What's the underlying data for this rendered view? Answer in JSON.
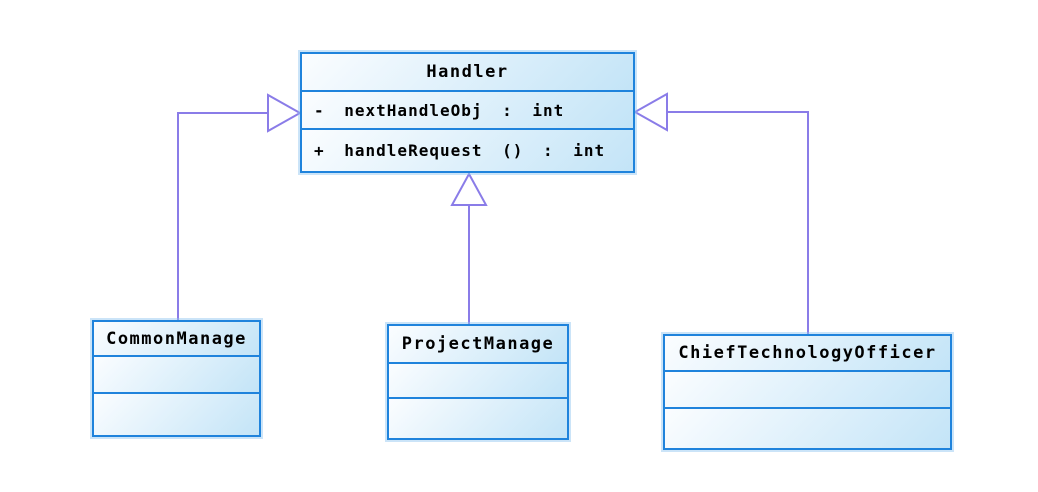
{
  "diagram": {
    "type": "uml-class-diagram",
    "colors": {
      "box_border": "#1f83dc",
      "box_fill_light": "#fbfdff",
      "box_fill_dark": "#c3e4f7",
      "connector": "#8a7ce8",
      "text": "#000000",
      "canvas_bg": "#ffffff"
    },
    "classes": [
      {
        "name": "Handler",
        "attributes": [
          "- nextHandleObj : int"
        ],
        "methods": [
          "+ handleRequest () : int"
        ]
      },
      {
        "name": "CommonManage",
        "attributes": [],
        "methods": []
      },
      {
        "name": "ProjectManage",
        "attributes": [],
        "methods": []
      },
      {
        "name": "ChiefTechnologyOfficer",
        "attributes": [],
        "methods": []
      }
    ],
    "relationships": [
      {
        "from": "CommonManage",
        "to": "Handler",
        "type": "generalization"
      },
      {
        "from": "ProjectManage",
        "to": "Handler",
        "type": "generalization"
      },
      {
        "from": "ChiefTechnologyOfficer",
        "to": "Handler",
        "type": "generalization"
      }
    ]
  }
}
